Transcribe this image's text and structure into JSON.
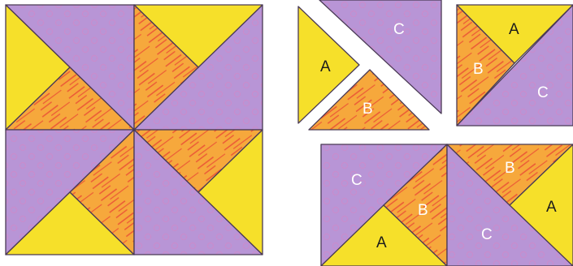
{
  "colors": {
    "yellow": "#f6e02a",
    "orange": "#f6a83c",
    "orange_streak": "#ec5a36",
    "purple": "#b895d6",
    "purple_dot": "#c78ac9",
    "seam": "#4a3a55",
    "label_dark": "#1c1c1c",
    "label_light": "#ffffff"
  },
  "labels": {
    "a": "A",
    "b": "B",
    "c": "C"
  }
}
